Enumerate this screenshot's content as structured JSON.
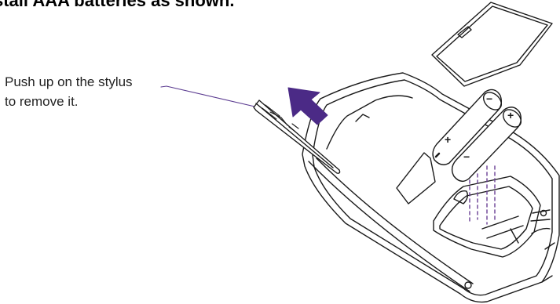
{
  "heading": "stall AAA batteries as shown.",
  "callout": {
    "line1": "Push up on the stylus",
    "line2": "to remove it."
  },
  "battery_marks": {
    "plus": "+",
    "minus": "−"
  },
  "colors": {
    "arrow": "#4b2a86",
    "callout_line": "#5a3a90",
    "insertion_guides": "#6a3f95",
    "outline": "#1a1a1a"
  }
}
